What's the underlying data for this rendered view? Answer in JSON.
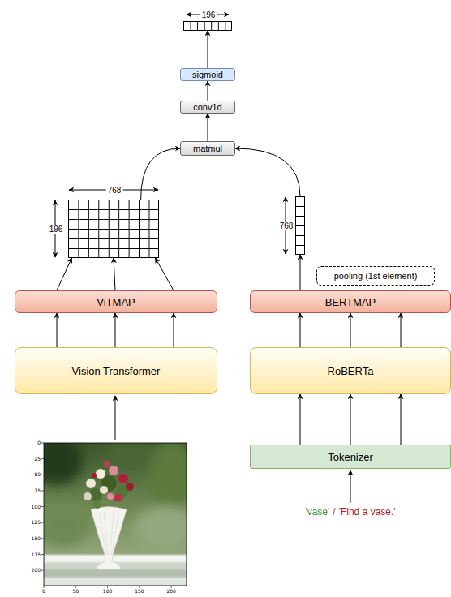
{
  "diagram": {
    "nodes": [
      {
        "text": [
          "196"
        ]
      },
      {
        "text": [
          "sigmoid"
        ]
      },
      {
        "text": [
          "conv1d"
        ]
      },
      {
        "text": [
          "matmul"
        ]
      },
      {
        "text": [
          "768",
          "196"
        ]
      },
      {
        "text": [
          "768"
        ]
      },
      {
        "text": [
          "pooling (1st element)"
        ]
      },
      {
        "text": [
          "ViTMAP"
        ]
      },
      {
        "text": [
          "BERTMAP"
        ]
      },
      {
        "text": [
          "Vision Transformer"
        ]
      },
      {
        "text": [
          "RoBERTa"
        ]
      },
      {
        "text": [
          "Tokenizer"
        ]
      }
    ],
    "edges": [
      {
        "from": 1,
        "to": 0,
        "arrow": "to"
      },
      {
        "from": 2,
        "to": 1,
        "arrow": "to"
      },
      {
        "from": 3,
        "to": 2,
        "arrow": "to"
      },
      {
        "from": 4,
        "to": 3,
        "arrow": "to"
      },
      {
        "from": 5,
        "to": 3,
        "arrow": "to"
      },
      {
        "from": 7,
        "to": 4,
        "arrow": "to"
      },
      {
        "from": 7,
        "to": 4,
        "arrow": "to"
      },
      {
        "from": 7,
        "to": 4,
        "arrow": "to"
      },
      {
        "from": 8,
        "to": 5,
        "arrow": "to"
      },
      {
        "from": 9,
        "to": 7,
        "arrow": "to"
      },
      {
        "from": 9,
        "to": 7,
        "arrow": "to"
      },
      {
        "from": 9,
        "to": 7,
        "arrow": "to"
      },
      {
        "from": 10,
        "to": 8,
        "arrow": "to"
      },
      {
        "from": 10,
        "to": 8,
        "arrow": "to"
      },
      {
        "from": 10,
        "to": 8,
        "arrow": "to"
      },
      {
        "from": 11,
        "to": 10,
        "arrow": "to"
      },
      {
        "from": 11,
        "to": 10,
        "arrow": "to"
      },
      {
        "from": 11,
        "to": 10,
        "arrow": "to"
      }
    ],
    "labels": [
      "0",
      "25",
      "50",
      "75",
      "100",
      "125",
      "150",
      "175",
      "200",
      "0",
      "50",
      "100",
      "150",
      "200",
      "'vase'",
      "/",
      "'Find a vase.'"
    ]
  }
}
